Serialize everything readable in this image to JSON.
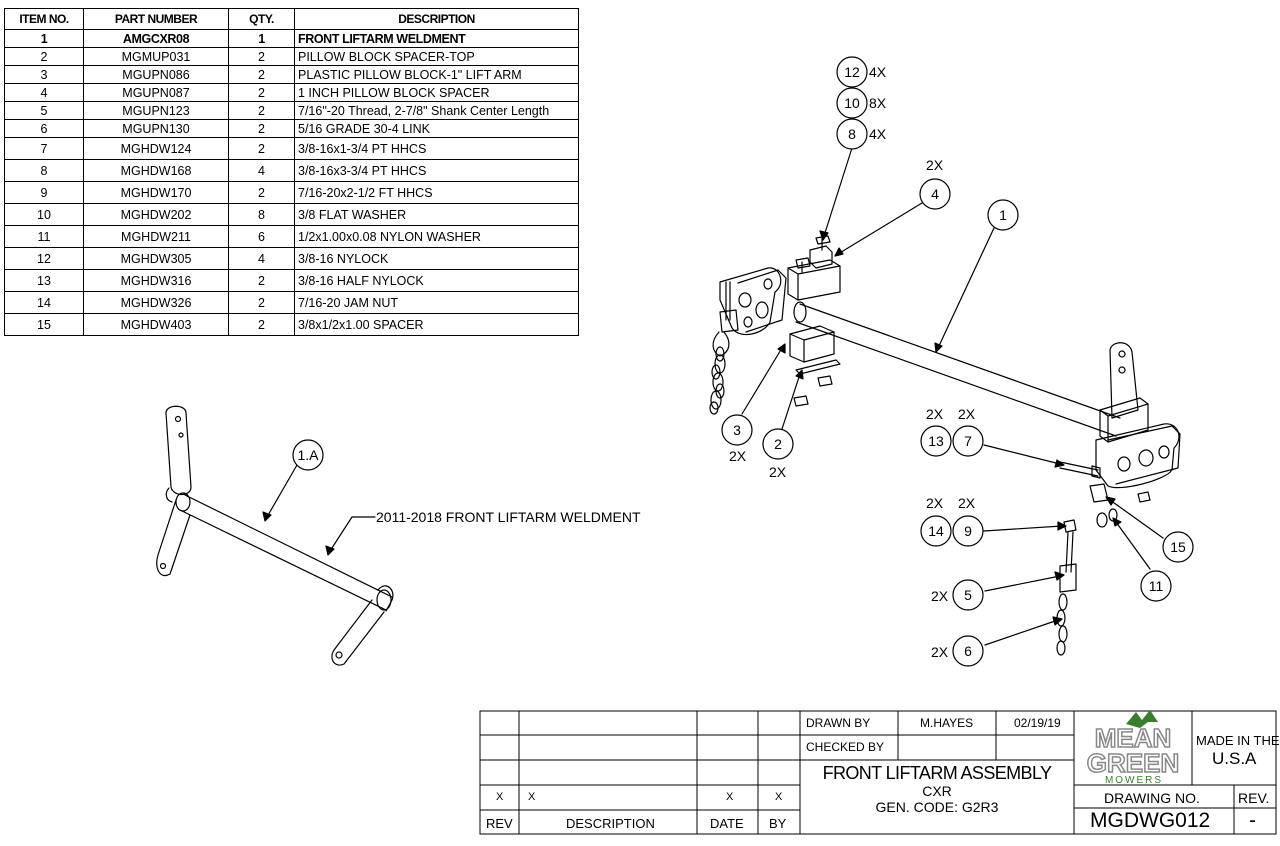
{
  "bom": {
    "headers": [
      "ITEM NO.",
      "PART NUMBER",
      "QTY.",
      "DESCRIPTION"
    ],
    "rows": [
      {
        "item": "1",
        "part": "AMGCXR08",
        "qty": "1",
        "desc": "FRONT LIFTARM WELDMENT"
      },
      {
        "item": "2",
        "part": "MGMUP031",
        "qty": "2",
        "desc": "PILLOW BLOCK SPACER-TOP"
      },
      {
        "item": "3",
        "part": "MGUPN086",
        "qty": "2",
        "desc": "PLASTIC PILLOW BLOCK-1\" LIFT ARM"
      },
      {
        "item": "4",
        "part": "MGUPN087",
        "qty": "2",
        "desc": "1 INCH PILLOW BLOCK SPACER"
      },
      {
        "item": "5",
        "part": "MGUPN123",
        "qty": "2",
        "desc": "7/16\"-20 Thread, 2-7/8\" Shank Center Length"
      },
      {
        "item": "6",
        "part": "MGUPN130",
        "qty": "2",
        "desc": "5/16 GRADE 30-4 LINK"
      },
      {
        "item": "7",
        "part": "MGHDW124",
        "qty": "2",
        "desc": "3/8-16x1-3/4 PT HHCS"
      },
      {
        "item": "8",
        "part": "MGHDW168",
        "qty": "4",
        "desc": "3/8-16x3-3/4 PT HHCS"
      },
      {
        "item": "9",
        "part": "MGHDW170",
        "qty": "2",
        "desc": "7/16-20x2-1/2 FT HHCS"
      },
      {
        "item": "10",
        "part": "MGHDW202",
        "qty": "8",
        "desc": "3/8 FLAT WASHER"
      },
      {
        "item": "11",
        "part": "MGHDW211",
        "qty": "6",
        "desc": "1/2x1.00x0.08 NYLON WASHER"
      },
      {
        "item": "12",
        "part": "MGHDW305",
        "qty": "4",
        "desc": "3/8-16 NYLOCK"
      },
      {
        "item": "13",
        "part": "MGHDW316",
        "qty": "2",
        "desc": "3/8-16 HALF NYLOCK"
      },
      {
        "item": "14",
        "part": "MGHDW326",
        "qty": "2",
        "desc": "7/16-20 JAM NUT"
      },
      {
        "item": "15",
        "part": "MGHDW403",
        "qty": "2",
        "desc": "3/8x1/2x1.00 SPACER"
      }
    ]
  },
  "left_view": {
    "balloon": "1.A",
    "label": "2011-2018 FRONT LIFTARM WELDMENT"
  },
  "balloons": {
    "b1": "1",
    "b2": "2",
    "b3": "3",
    "b4": "4",
    "b5": "5",
    "b6": "6",
    "b7": "7",
    "b8": "8",
    "b9": "9",
    "b10": "10",
    "b11": "11",
    "b12": "12",
    "b13": "13",
    "b14": "14",
    "b15": "15"
  },
  "qty_labels": {
    "q12": "4X",
    "q10": "8X",
    "q8": "4X",
    "q4": "2X",
    "q3": "2X",
    "q2": "2X",
    "q13": "2X",
    "q7": "2X",
    "q14": "2X",
    "q9": "2X",
    "q5": "2X",
    "q6": "2X"
  },
  "title_block": {
    "drawn_by_label": "DRAWN BY",
    "drawn_by": "M.HAYES",
    "drawn_date": "02/19/19",
    "checked_by_label": "CHECKED BY",
    "title": "FRONT LIFTARM ASSEMBLY",
    "model": "CXR",
    "gen_code": "GEN. CODE: G2R3",
    "logo_line1": "MEAN",
    "logo_line2": "GREEN",
    "logo_line3": "MOWERS",
    "made_in_1": "MADE IN THE",
    "made_in_2": "U.S.A",
    "drawing_no_label": "DRAWING NO.",
    "rev_label": "REV.",
    "drawing_no": "MGDWG012",
    "rev": "-",
    "rev_row": {
      "rev": "X",
      "desc": "X",
      "date": "X",
      "by": "X"
    },
    "rev_headers": {
      "rev": "REV",
      "desc": "DESCRIPTION",
      "date": "DATE",
      "by": "BY"
    }
  },
  "colors": {
    "line": "#000000",
    "logo_green": "#3a7d2c"
  }
}
